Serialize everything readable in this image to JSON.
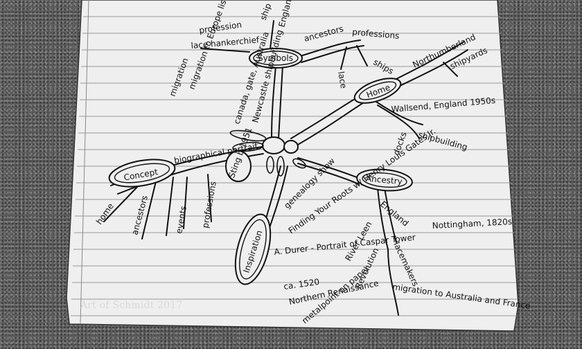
{
  "watermark": "Art of Schmidt 2017",
  "mind_map": {
    "center_label": "Sting b.1951",
    "nodes": {
      "symbols": "Symbols",
      "home": "Home",
      "concept": "Concept",
      "ancestry": "Ancestry",
      "inspiration": "Inspiration"
    },
    "symbols_branches": [
      "profession",
      "lace hankerchief",
      "migration",
      "ship",
      "ancestors",
      "professions",
      "lace",
      "ships",
      "migration to Europe lis on pocket",
      "canada, gate, Australia",
      "Newcastle shipbuilding",
      "England"
    ],
    "home_branches": [
      "Northumberland",
      "shipyards",
      "Wallsend, England 1950s",
      "shipbuilding",
      "docks"
    ],
    "concept_branches": [
      "biographical portrait",
      "home",
      "ancestors",
      "events",
      "professions"
    ],
    "ancestry_branches": [
      "England",
      "Nottingham, 1820s",
      "lacemakers",
      "River Leen",
      "Revolution",
      "migration to Australia and France"
    ],
    "inspiration_branches": [
      "genealogy show",
      "Finding Your Roots w/ Henry Louis Gates Jr.",
      "A. Durer - Portrait of Caspar Tower",
      "ca. 1520",
      "Northern Renaissance",
      "metalpoint on paper"
    ]
  }
}
